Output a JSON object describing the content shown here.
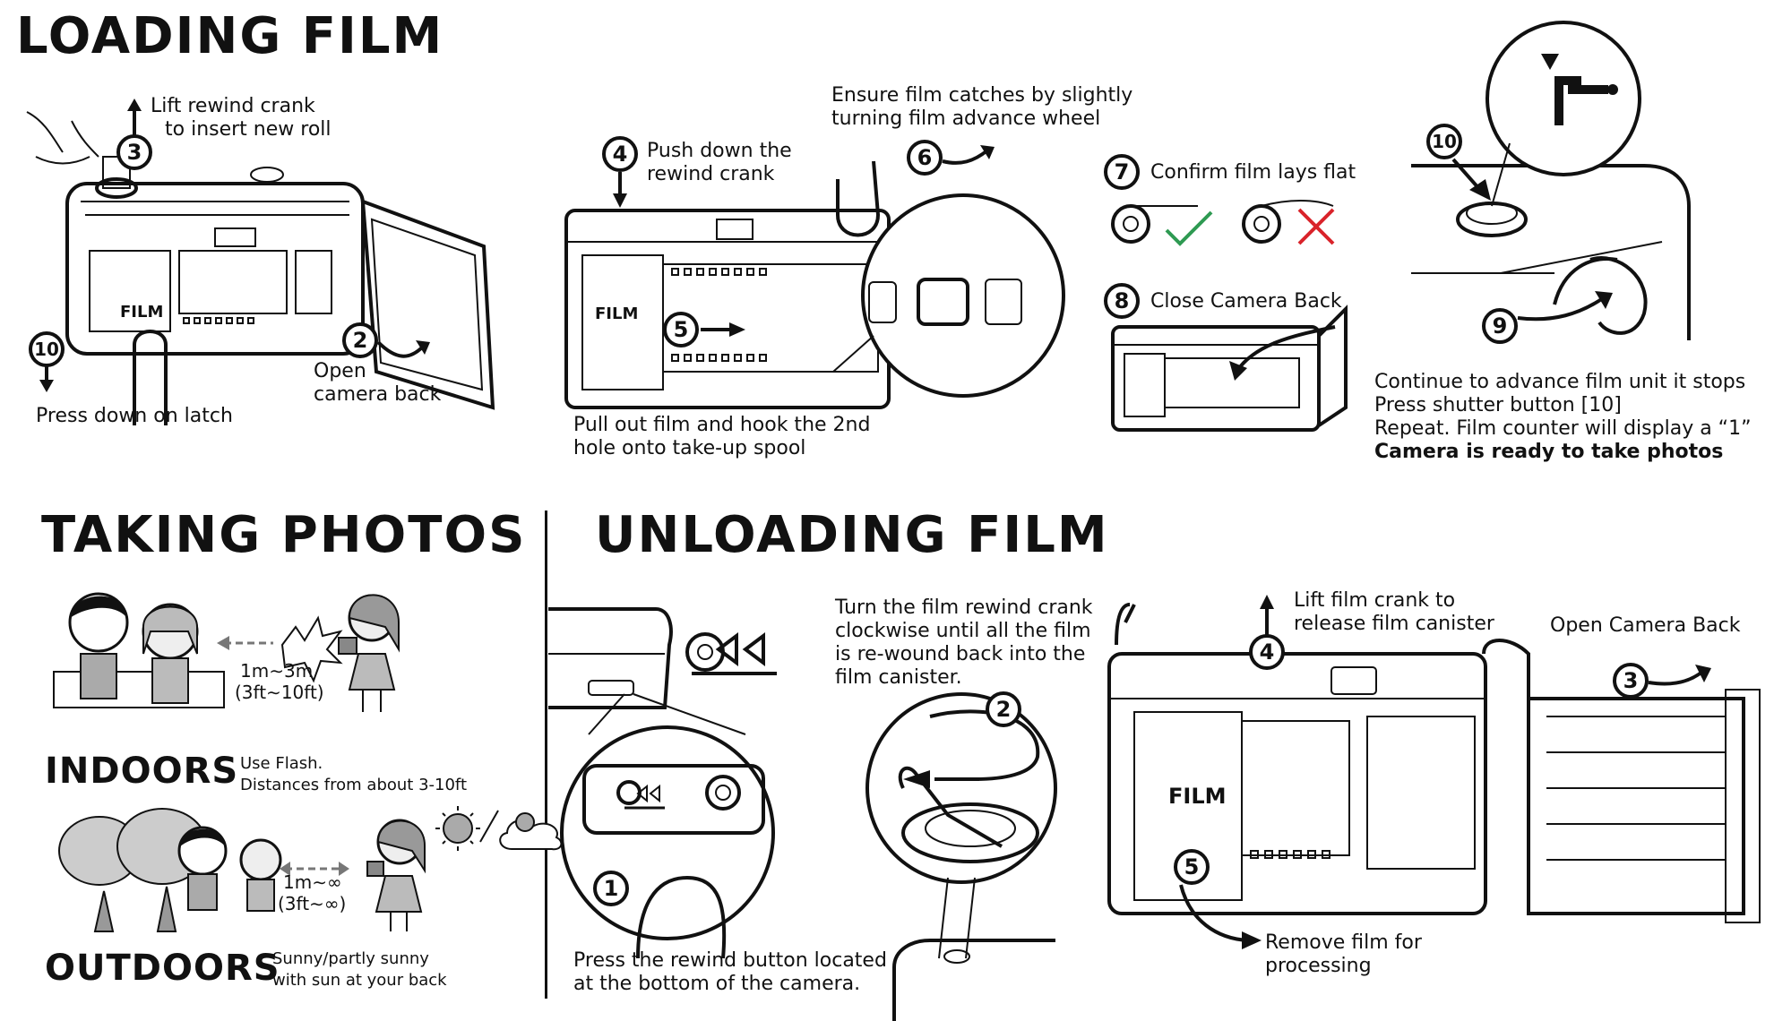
{
  "titles": {
    "loading": "LOADING FILM",
    "taking": "TAKING PHOTOS",
    "unloading": "UNLOADING FILM"
  },
  "loading": {
    "step3": {
      "num": "3",
      "line1": "Lift rewind crank",
      "line2": "to insert new roll"
    },
    "step10": {
      "num": "10",
      "text": "Press down on latch"
    },
    "step2": {
      "num": "2",
      "line1": "Open",
      "line2": "camera back"
    },
    "film_label": "FILM",
    "step4": {
      "num": "4",
      "line1": "Push down the",
      "line2": "rewind crank"
    },
    "step6": {
      "num": "6",
      "line1": "Ensure film catches by slightly",
      "line2": "turning film advance wheel"
    },
    "step5": {
      "num": "5",
      "line1": "Pull out film and hook the 2nd",
      "line2": "hole onto take-up spool"
    },
    "step7": {
      "num": "7",
      "text": "Confirm film lays flat"
    },
    "step8": {
      "num": "8",
      "text": "Close Camera Back"
    },
    "step9": {
      "num": "9"
    },
    "step10b": {
      "num": "10",
      "counter": "1"
    },
    "final": {
      "line1": "Continue to advance film unit it stops",
      "line2": "Press shutter button [10]",
      "line3": "Repeat. Film counter will display a “1”",
      "line4": "Camera is ready to take photos"
    }
  },
  "taking": {
    "indoor_distance1": "1m∼3m",
    "indoor_distance2": "(3ft∼10ft)",
    "indoors_label": "INDOORS",
    "indoors_line1": "Use Flash.",
    "indoors_line2": "Distances from about 3-10ft",
    "outdoor_distance1": "1m∼∞",
    "outdoor_distance2": "(3ft∼∞)",
    "outdoors_label": "OUTDOORS",
    "outdoors_line1": "Sunny/partly sunny",
    "outdoors_line2": "with sun at your back"
  },
  "unloading": {
    "step1": {
      "num": "1",
      "line1": "Press the rewind button located",
      "line2": "at the bottom of the camera."
    },
    "step2": {
      "num": "2",
      "line1": "Turn the film rewind crank",
      "line2": "clockwise until all the film",
      "line3": "is re-wound back into the",
      "line4": "film canister."
    },
    "step4": {
      "num": "4",
      "line1": "Lift film crank to",
      "line2": "release film canister"
    },
    "step3": {
      "num": "3",
      "text": "Open Camera Back"
    },
    "step5": {
      "num": "5",
      "line1": "Remove film for",
      "line2": "processing"
    },
    "film_label": "FILM"
  },
  "colors": {
    "check": "#2e9a52",
    "cross": "#d9232a",
    "ink": "#111111"
  }
}
